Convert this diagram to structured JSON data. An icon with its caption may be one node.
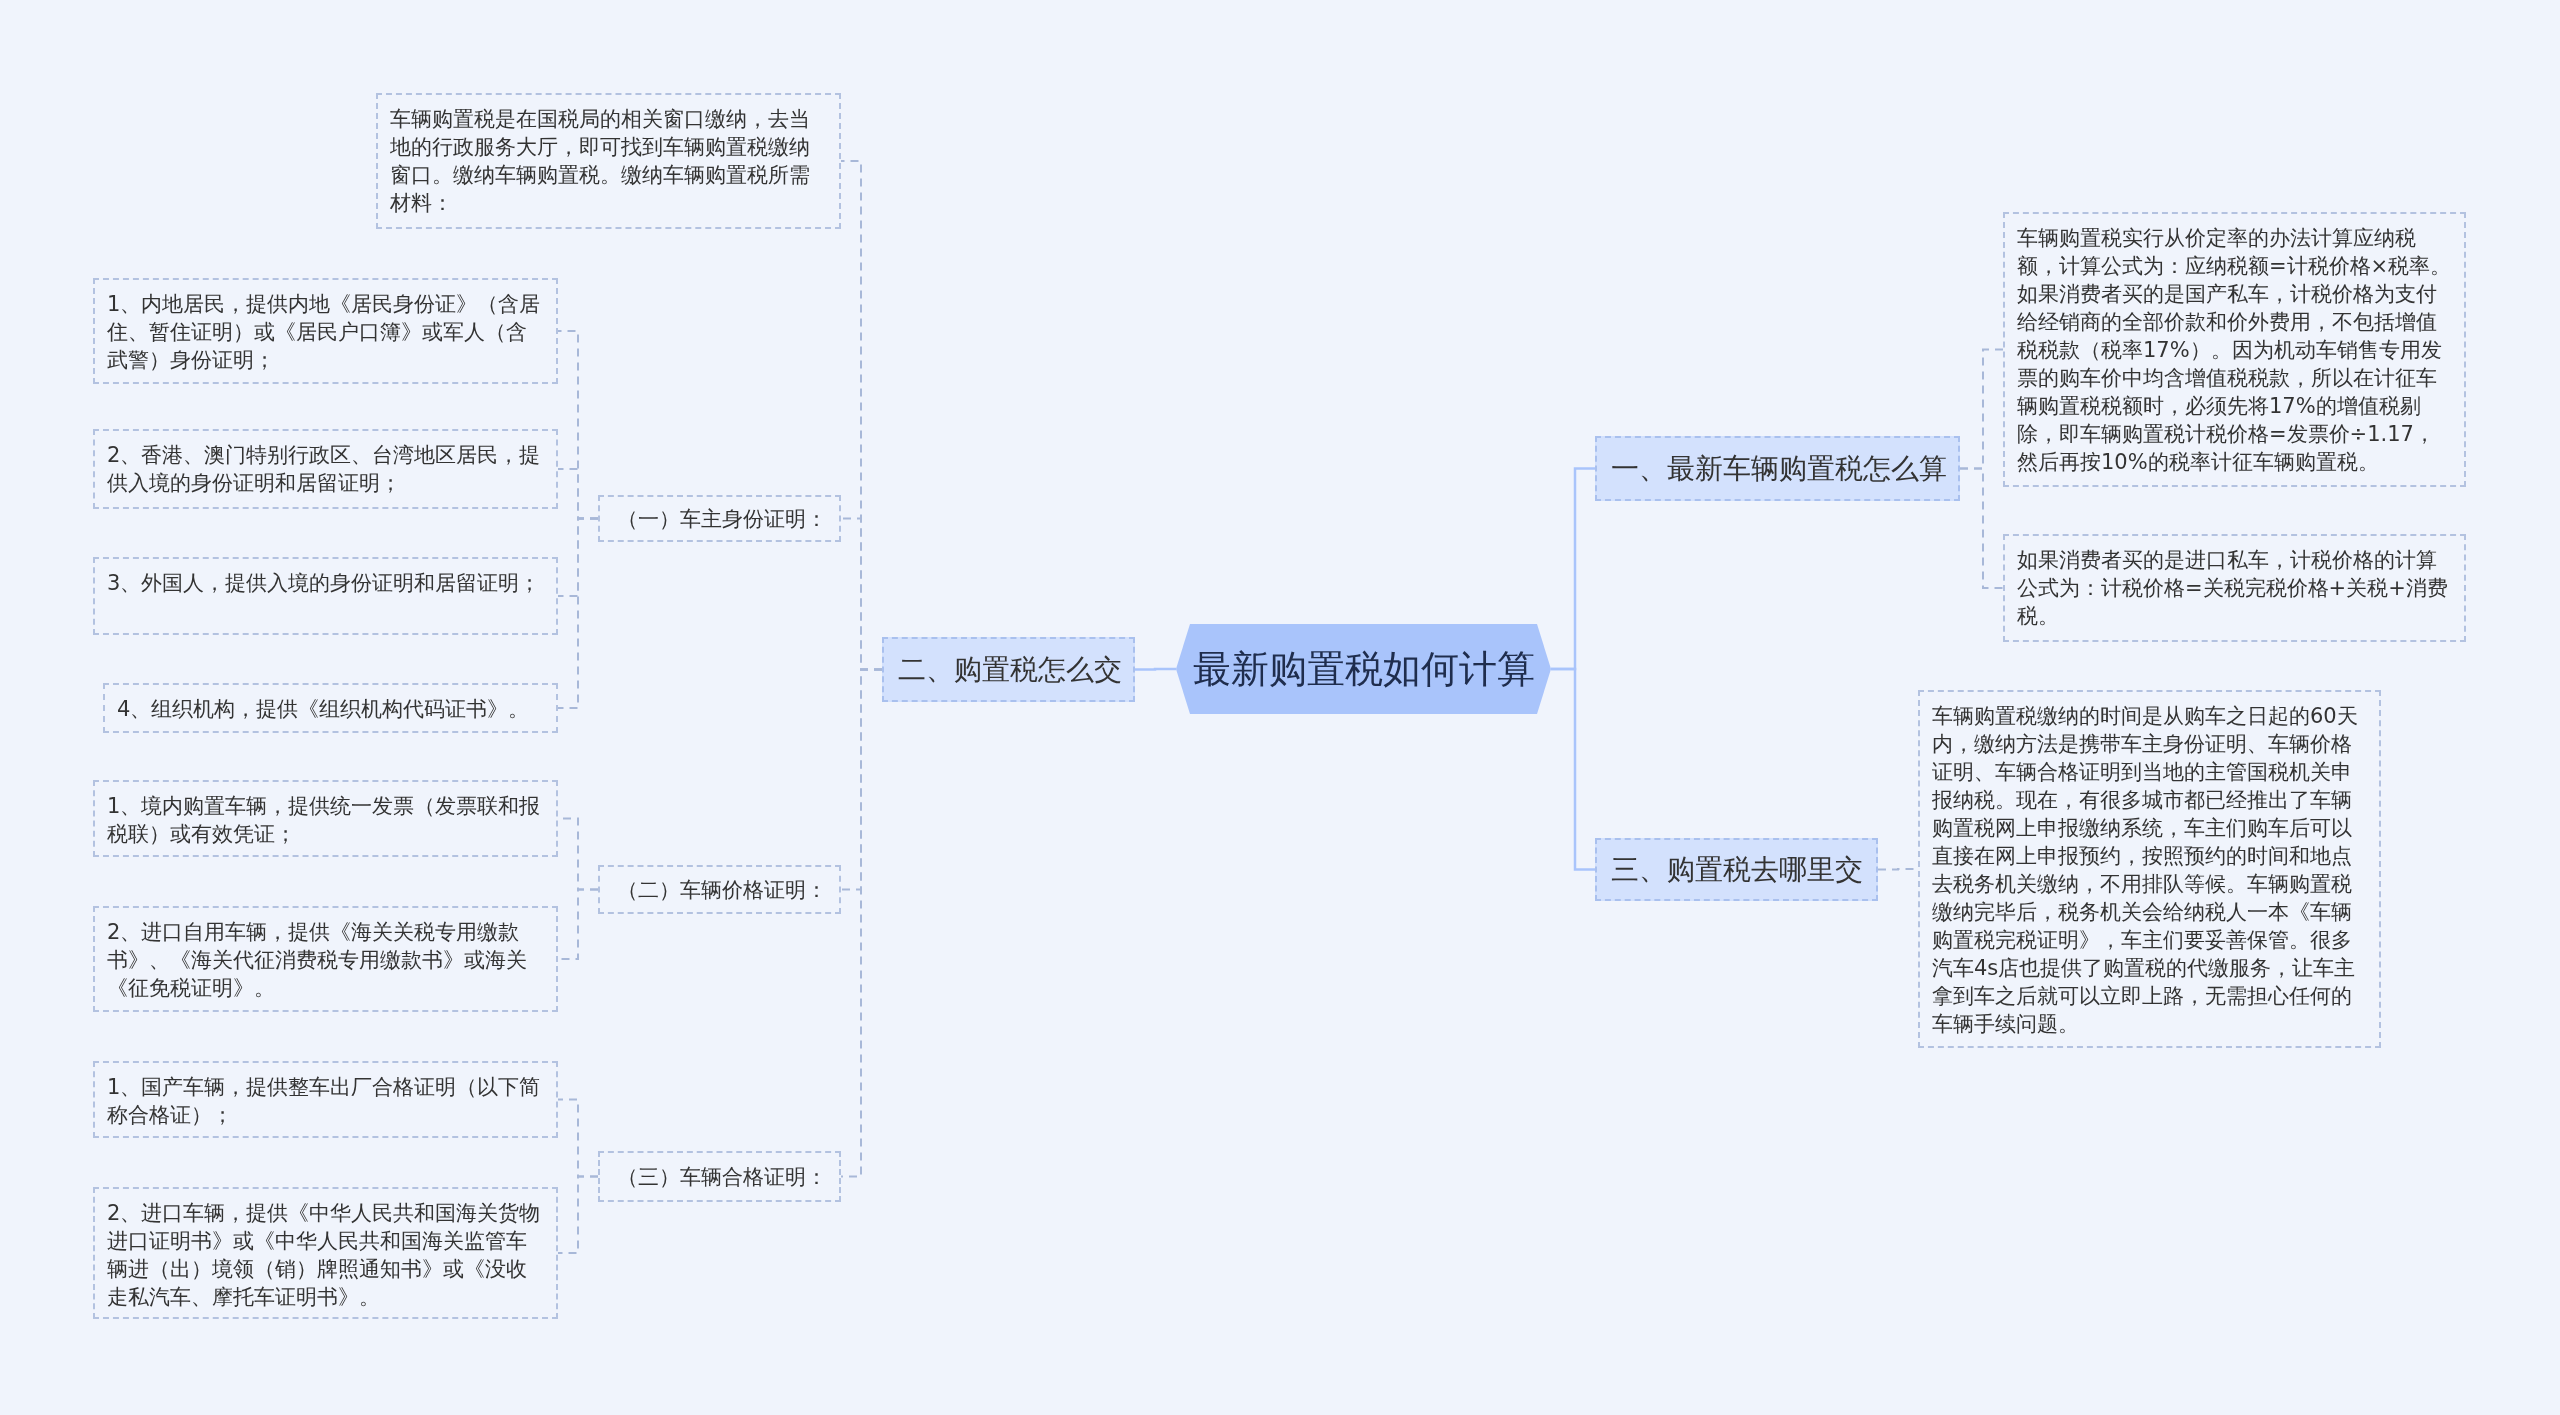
{
  "diagram": {
    "nodes": [
      {
        "text": [
          "最新购置税如何计算"
        ]
      },
      {
        "text": [
          "一、最新车辆购置税怎么算"
        ]
      },
      {
        "text": [
          "车辆购置税实行从价定率的办法计算应纳税额，计算公式为：应纳税额=计税价格×税率。如果消费者买的是国产私车，计税价格为支付给经销商的全部价款和价外费用，不包括增值税税款（税率17%）。因为机动车销售专用发票的购车价中均含增值税税款，所以在计征车辆购置税税额时，必须先将17%的增值税剔除，即车辆购置税计税价格=发票价÷1.17，然后再按10%的税率计征车辆购置税。"
        ]
      },
      {
        "text": [
          "如果消费者买的是进口私车，计税价格的计算公式为：计税价格=关税完税价格+关税+消费税。"
        ]
      },
      {
        "text": [
          "三、购置税去哪里交"
        ]
      },
      {
        "text": [
          "车辆购置税缴纳的时间是从购车之日起的60天内，缴纳方法是携带车主身份证明、车辆价格证明、车辆合格证明到当地的主管国税机关申报纳税。现在，有很多城市都已经推出了车辆购置税网上申报缴纳系统，车主们购车后可以直接在网上申报预约，按照预约的时间和地点去税务机关缴纳，不用排队等候。车辆购置税缴纳完毕后，税务机关会给纳税人一本《车辆购置税完税证明》，车主们要妥善保管。很多汽车4s店也提供了购置税的代缴服务，让车主拿到车之后就可以立即上路，无需担心任何的车辆手续问题。"
        ]
      },
      {
        "text": [
          "二、购置税怎么交"
        ]
      },
      {
        "text": [
          "车辆购置税是在国税局的相关窗口缴纳，去当地的行政服务大厅，即可找到车辆购置税缴纳窗口。缴纳车辆购置税。缴纳车辆购置税所需材料："
        ]
      },
      {
        "text": [
          "（一）车主身份证明："
        ]
      },
      {
        "text": [
          "1、内地居民，提供内地《居民身份证》（含居住、暂住证明）或《居民户口簿》或军人（含武警）身份证明；"
        ]
      },
      {
        "text": [
          "2、香港、澳门特别行政区、台湾地区居民，提供入境的身份证明和居留证明；"
        ]
      },
      {
        "text": [
          "3、外国人，提供入境的身份证明和居留证明；"
        ]
      },
      {
        "text": [
          "4、组织机构，提供《组织机构代码证书》。"
        ]
      },
      {
        "text": [
          "（二）车辆价格证明："
        ]
      },
      {
        "text": [
          "1、境内购置车辆，提供统一发票（发票联和报税联）或有效凭证；"
        ]
      },
      {
        "text": [
          "2、进口自用车辆，提供《海关关税专用缴款书》、《海关代征消费税专用缴款书》或海关《征免税证明》。"
        ]
      },
      {
        "text": [
          "（三）车辆合格证明："
        ]
      },
      {
        "text": [
          "1、国产车辆，提供整车出厂合格证明（以下简称合格证）；"
        ]
      },
      {
        "text": [
          "2、进口车辆，提供《中华人民共和国海关货物进口证明书》或《中华人民共和国海关监管车辆进（出）境领（销）牌照通知书》或《没收走私汽车、摩托车证明书》。"
        ]
      }
    ],
    "edges": [
      {
        "from": 0,
        "to": 1,
        "arrow": "none",
        "color": "#a9c4fb"
      },
      {
        "from": 0,
        "to": 4,
        "arrow": "none",
        "color": "#a9c4fb"
      },
      {
        "from": 0,
        "to": 6,
        "arrow": "none",
        "color": "#a9c4fb"
      },
      {
        "from": 1,
        "to": 2,
        "arrow": "none",
        "style": "dashed"
      },
      {
        "from": 1,
        "to": 3,
        "arrow": "none",
        "style": "dashed"
      },
      {
        "from": 4,
        "to": 5,
        "arrow": "none",
        "style": "dashed"
      },
      {
        "from": 6,
        "to": 7,
        "arrow": "none",
        "style": "dashed"
      },
      {
        "from": 6,
        "to": 8,
        "arrow": "none",
        "style": "dashed"
      },
      {
        "from": 6,
        "to": 13,
        "arrow": "none",
        "style": "dashed"
      },
      {
        "from": 6,
        "to": 16,
        "arrow": "none",
        "style": "dashed"
      },
      {
        "from": 8,
        "to": 9,
        "arrow": "none",
        "style": "dashed"
      },
      {
        "from": 8,
        "to": 10,
        "arrow": "none",
        "style": "dashed"
      },
      {
        "from": 8,
        "to": 11,
        "arrow": "none",
        "style": "dashed"
      },
      {
        "from": 8,
        "to": 12,
        "arrow": "none",
        "style": "dashed"
      },
      {
        "from": 13,
        "to": 14,
        "arrow": "none",
        "style": "dashed"
      },
      {
        "from": 13,
        "to": 15,
        "arrow": "none",
        "style": "dashed"
      },
      {
        "from": 16,
        "to": 17,
        "arrow": "none",
        "style": "dashed"
      },
      {
        "from": 16,
        "to": 18,
        "arrow": "none",
        "style": "dashed"
      }
    ]
  }
}
